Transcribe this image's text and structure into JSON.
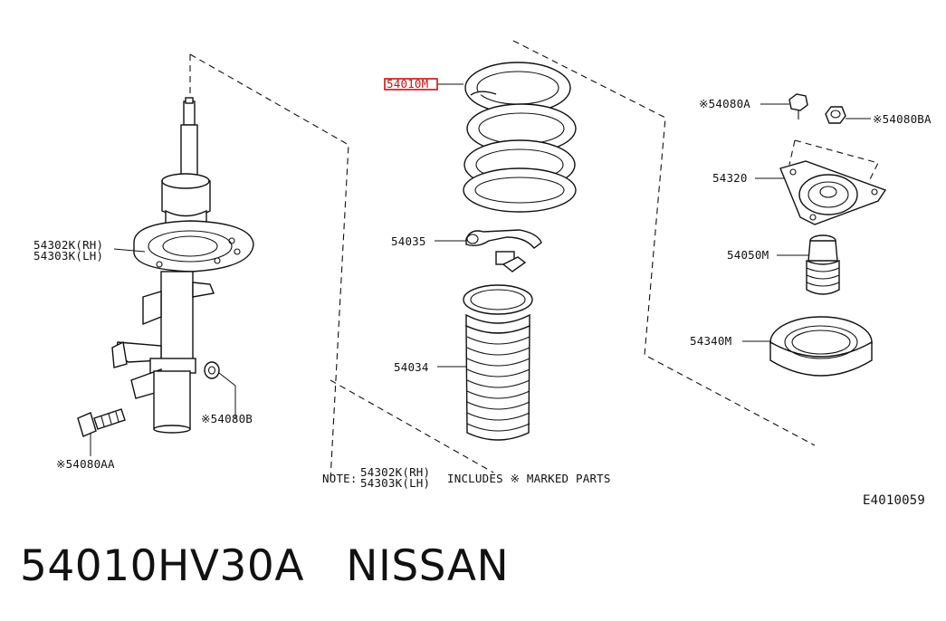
{
  "labels": {
    "p54302k_rh_left": "54302K(RH)",
    "p54303k_lh_left": "54303K(LH)",
    "p54080b": "※54080B",
    "p54080aa": "※54080AA",
    "p54010m": "54010M",
    "p54035": "54035",
    "p54034": "54034",
    "p54080a": "※54080A",
    "p54080ba": "※54080BA",
    "p54320": "54320",
    "p54050m": "54050M",
    "p54340m": "54340M"
  },
  "note": {
    "prefix": "NOTE:",
    "line1": "54302K(RH)",
    "line2": "54303K(LH)",
    "suffix": "INCLUDES ※ MARKED PARTS"
  },
  "diagram_code": "E4010059",
  "caption": {
    "part_number": "54010HV30A",
    "brand": "NISSAN"
  },
  "colors": {
    "highlight": "#cc1111",
    "line": "#111111",
    "background": "#ffffff"
  }
}
